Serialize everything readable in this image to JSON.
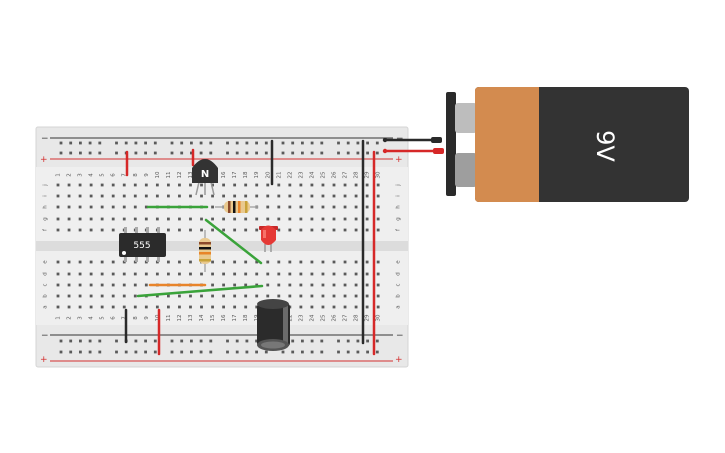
{
  "breadboard": {
    "column_numbers": [
      "1",
      "2",
      "3",
      "4",
      "5",
      "6",
      "7",
      "8",
      "9",
      "10",
      "11",
      "12",
      "13",
      "14",
      "15",
      "16",
      "17",
      "18",
      "19",
      "20",
      "21",
      "22",
      "23",
      "24",
      "25",
      "26",
      "27",
      "28",
      "29",
      "30"
    ],
    "upper_row_letters": [
      "j",
      "i",
      "h",
      "g",
      "f"
    ],
    "lower_row_letters": [
      "e",
      "d",
      "c",
      "b",
      "a"
    ],
    "minus_sign": "−",
    "plus_sign": "+"
  },
  "components": {
    "timer_ic": {
      "label": "555"
    },
    "transistor": {
      "label": "N"
    },
    "battery": {
      "label": "9V"
    }
  },
  "colors": {
    "board": "#e8e8e8",
    "rail_red": "#d32f2f",
    "rail_black": "#333333",
    "wire_red": "#d62828",
    "wire_black": "#2a2a2a",
    "wire_green": "#3aa33a",
    "wire_orange": "#e8842a",
    "battery_body": "#333333",
    "battery_label": "#d38b4f",
    "led_red": "#e53935"
  }
}
